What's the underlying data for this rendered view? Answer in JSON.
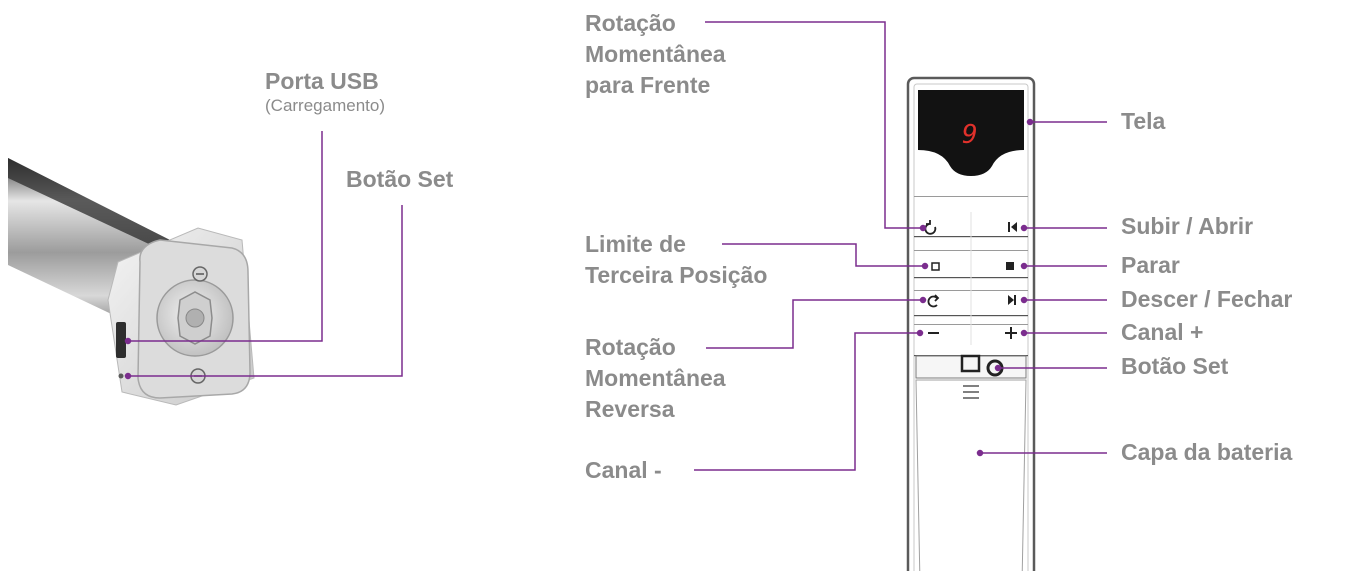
{
  "motor": {
    "usb_port": {
      "title": "Porta USB",
      "subtitle": "(Carregamento)"
    },
    "set_button": "Botão Set"
  },
  "remote": {
    "display_digit": "9",
    "left_labels": {
      "forward_rotation": [
        "Rotação",
        "Momentânea",
        "para Frente"
      ],
      "third_limit": [
        "Limite de",
        "Terceira Posição"
      ],
      "reverse_rotation": [
        "Rotação",
        "Momentânea",
        "Reversa"
      ],
      "channel_minus": "Canal -"
    },
    "right_labels": {
      "screen": "Tela",
      "up_open": "Subir / Abrir",
      "stop": "Parar",
      "down_close": "Descer / Fechar",
      "channel_plus": "Canal +",
      "set_button": "Botão Set",
      "battery_cover": "Capa da bateria"
    }
  },
  "colors": {
    "leader_line": "#7b2d8e",
    "label_text": "#8b8b8b",
    "display_digit": "#e0312b"
  }
}
